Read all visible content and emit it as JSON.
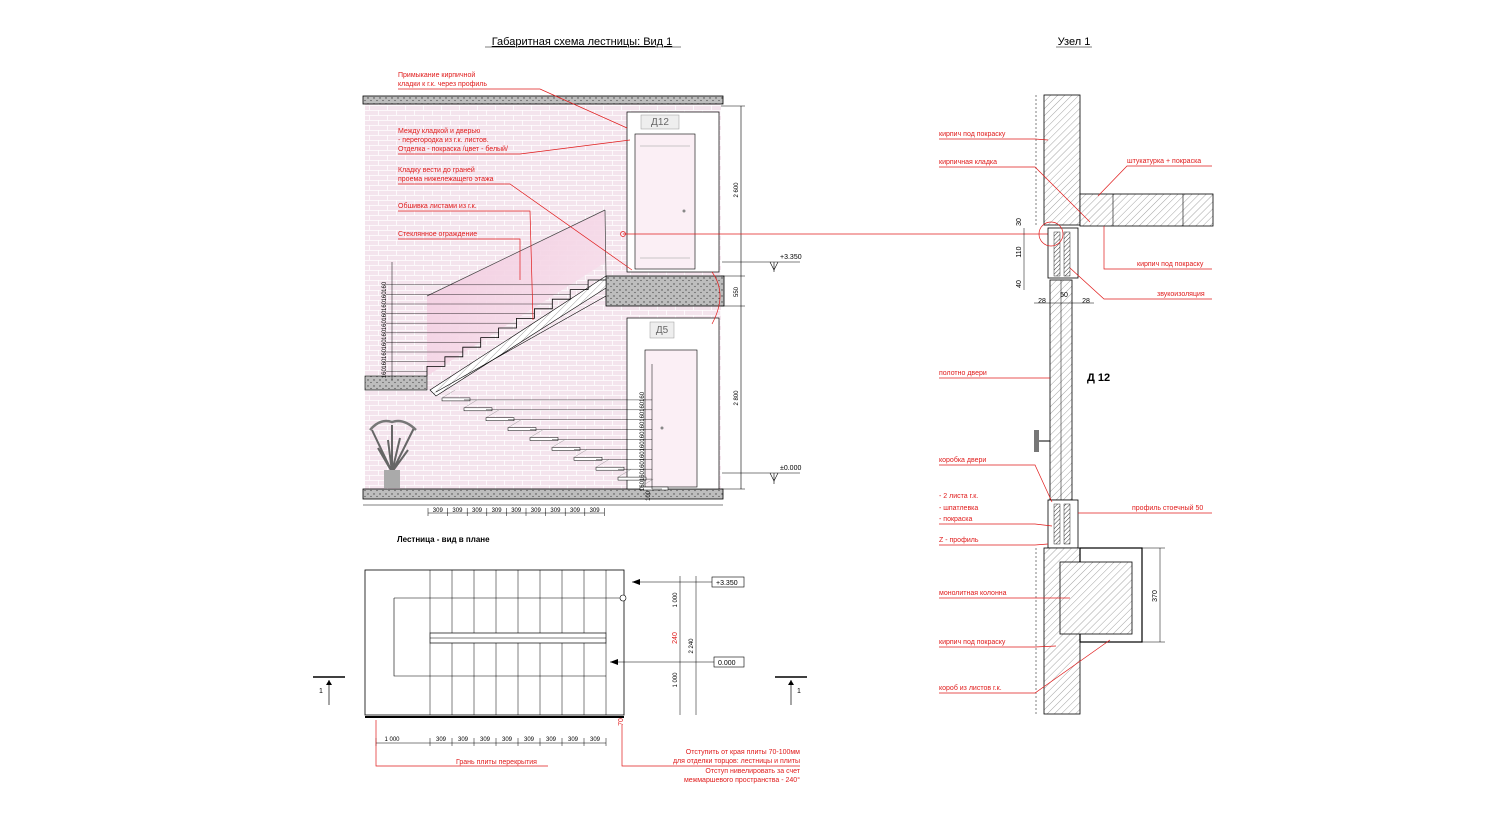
{
  "titles": {
    "elevation": "Габаритная схема лестницы: Вид 1",
    "node": "Узел 1",
    "plan": "Лестница - вид в плане"
  },
  "elevation": {
    "notes": [
      "Примыкание кирпичной",
      "кладки к г.к. через профиль",
      "Между кладкой и дверью",
      "- перегородка из г.к. листов.",
      "Отделка - покраска /цвет - белый/",
      "Кладку вести до граней",
      "проема нижележащего этажа",
      "Обшивка листами из г.к.",
      "Стеклянное ограждение"
    ],
    "doors": [
      "Д12",
      "Д5"
    ],
    "levels": [
      "+3.350",
      "±0.000"
    ],
    "dims_vertical": [
      "2 600",
      "550",
      "2 800"
    ],
    "riser": "160",
    "risers_count_upper": 10,
    "risers_count_lower": 10,
    "tread": "309",
    "treads_count": 9,
    "bottom_dim": "100"
  },
  "plan": {
    "levels": [
      "+3.350",
      "0.000"
    ],
    "dims_right": [
      "1 000",
      "240",
      "1 000",
      "2 240"
    ],
    "dim_left": "1 000",
    "tread": "309",
    "treads_count": 8,
    "gap": "70",
    "section_mark": "1",
    "notes": [
      "Грань плиты перекрытия",
      "Отступить от края плиты 70-100мм",
      "для отделки торцов: лестницы и плиты",
      "Отступ нивелировать за счет",
      "межмаршевого пространства - 240°"
    ]
  },
  "node": {
    "labels_left": [
      "кирпич под покраску",
      "кирпичная кладка",
      "полотно двери",
      "коробка двери",
      "- 2 листа г.к.",
      "- шпатлевка",
      "- покраска",
      "Z - профиль",
      "монолитная колонна",
      "кирпич под покраску",
      "короб из листов г.к."
    ],
    "labels_right": [
      "штукатурка + покраска",
      "кирпич под покраску",
      "звукоизоляция",
      "профиль стоечный 50"
    ],
    "door": "Д 12",
    "dims": [
      "30",
      "110",
      "40",
      "28",
      "50",
      "28",
      "370"
    ]
  },
  "colors": {
    "accent": "#e01b1b",
    "brick": "#f3e3ec",
    "line": "#000000"
  }
}
